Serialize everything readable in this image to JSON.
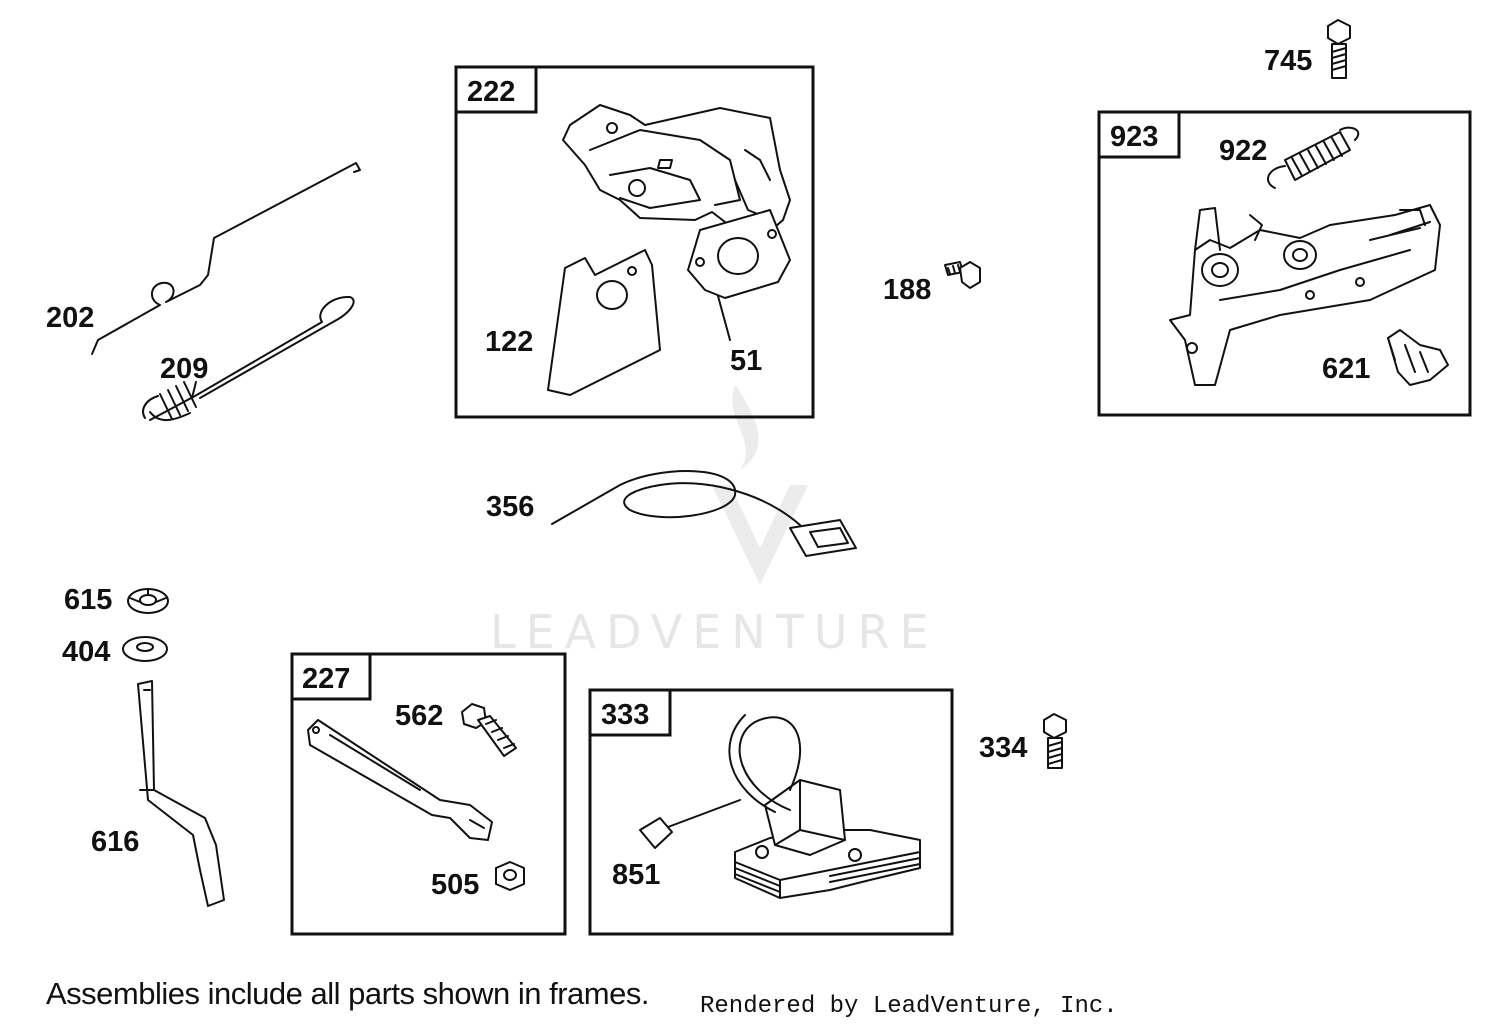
{
  "parts": {
    "p202": "202",
    "p209": "209",
    "p122": "122",
    "p51": "51",
    "p356": "356",
    "p188": "188",
    "p745": "745",
    "p922": "922",
    "p621": "621",
    "p615": "615",
    "p404": "404",
    "p616": "616",
    "p562": "562",
    "p505": "505",
    "p851": "851",
    "p334": "334"
  },
  "frames": {
    "f222": "222",
    "f923": "923",
    "f227": "227",
    "f333": "333"
  },
  "footnote": "Assemblies include all parts shown in frames.",
  "credit": "Rendered by LeadVenture, Inc.",
  "watermark": "LEADVENTURE"
}
